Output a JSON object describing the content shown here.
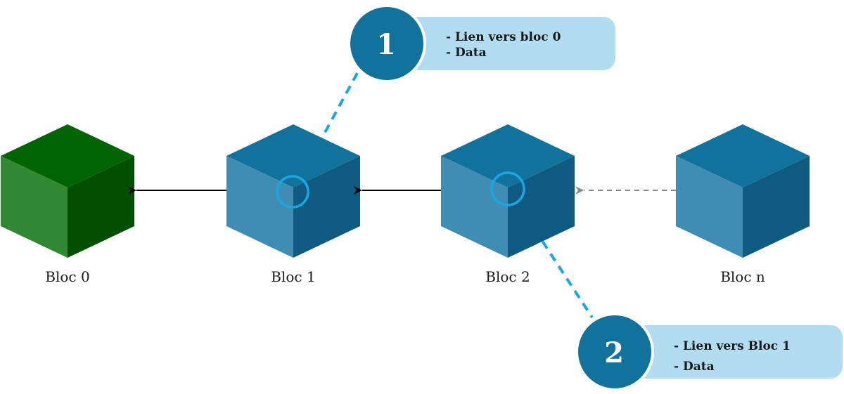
{
  "diagram": {
    "type": "blockchain",
    "colors": {
      "genesis_top": "#006400",
      "genesis_left": "#338833",
      "genesis_right": "#005000",
      "block_top": "#11729c",
      "block_left": "#3f8db3",
      "block_right": "#0e5a80",
      "link_marker": "#1aa6e4",
      "arrow": "#000000",
      "arrow_dashed": "#888888",
      "badge_fill": "#11729c",
      "note_fill": "#b2ddf0"
    },
    "blocks": [
      {
        "id": "bloc0",
        "label": "Bloc 0",
        "kind": "genesis"
      },
      {
        "id": "bloc1",
        "label": "Bloc 1",
        "kind": "block"
      },
      {
        "id": "bloc2",
        "label": "Bloc 2",
        "kind": "block"
      },
      {
        "id": "blocn",
        "label": "Bloc n",
        "kind": "block"
      }
    ],
    "links": [
      {
        "from": "bloc1",
        "to": "bloc0",
        "style": "solid"
      },
      {
        "from": "bloc2",
        "to": "bloc1",
        "style": "solid"
      },
      {
        "from": "blocn",
        "to": "bloc2",
        "style": "dashed"
      }
    ],
    "callouts": [
      {
        "number": "1",
        "target": "bloc1",
        "lines": [
          "- Lien vers bloc 0",
          "- Data"
        ]
      },
      {
        "number": "2",
        "target": "bloc2",
        "lines": [
          "- Lien vers Bloc 1",
          "- Data"
        ]
      }
    ]
  }
}
